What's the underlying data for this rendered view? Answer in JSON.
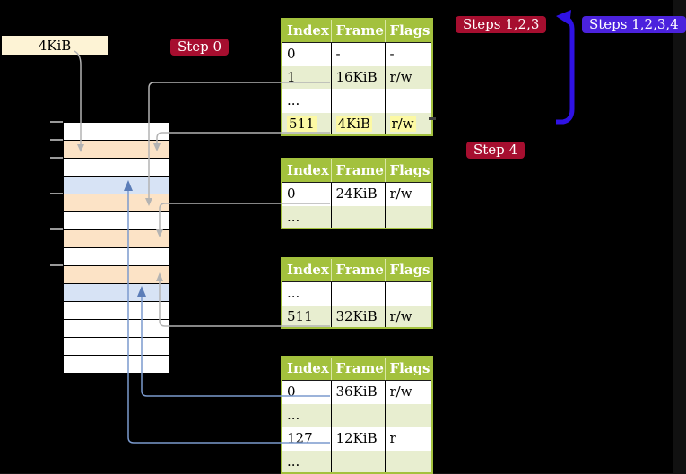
{
  "colors": {
    "background": "#000000",
    "badge_red": "#a60e2f",
    "badge_blue": "#4b22dd",
    "big_arrow_blue": "#2f12e4",
    "table_header_green": "#a3c13d",
    "table_row_green": "#e8eed0",
    "highlight_yellow": "#fcf9a4",
    "memory_orange": "#fce3c6",
    "memory_blue": "#d7e3f5",
    "connector_gray": "#b3b3b3",
    "connector_blue": "#7b9ace",
    "frame_label_bg": "#fdf3d5"
  },
  "frame_size_label": "4KiB",
  "badges": {
    "step0": "Step 0",
    "steps123": "Steps 1,2,3",
    "steps1234": "Steps 1,2,3,4",
    "step4": "Step 4"
  },
  "memory": {
    "rows": [
      "white",
      "orange",
      "white",
      "blue",
      "orange",
      "white",
      "orange",
      "white",
      "orange",
      "blue",
      "white",
      "white",
      "white",
      "white"
    ]
  },
  "tables": [
    {
      "name": "page-table-1",
      "headers": [
        "Index",
        "Frame",
        "Flags"
      ],
      "rows": [
        {
          "cells": [
            "0",
            "-",
            "-"
          ]
        },
        {
          "cells": [
            "1",
            "16KiB",
            "r/w"
          ]
        },
        {
          "cells": [
            "...",
            "",
            ""
          ]
        },
        {
          "cells": [
            "511",
            "4KiB",
            "r/w"
          ],
          "highlighted": true
        }
      ]
    },
    {
      "name": "page-table-2",
      "headers": [
        "Index",
        "Frame",
        "Flags"
      ],
      "rows": [
        {
          "cells": [
            "0",
            "24KiB",
            "r/w"
          ]
        },
        {
          "cells": [
            "...",
            "",
            ""
          ]
        }
      ]
    },
    {
      "name": "page-table-3",
      "headers": [
        "Index",
        "Frame",
        "Flags"
      ],
      "rows": [
        {
          "cells": [
            "...",
            "",
            ""
          ]
        },
        {
          "cells": [
            "511",
            "32KiB",
            "r/w"
          ]
        }
      ]
    },
    {
      "name": "page-table-4",
      "headers": [
        "Index",
        "Frame",
        "Flags"
      ],
      "rows": [
        {
          "cells": [
            "0",
            "36KiB",
            "r/w"
          ]
        },
        {
          "cells": [
            "...",
            "",
            ""
          ]
        },
        {
          "cells": [
            "127",
            "12KiB",
            "r"
          ]
        },
        {
          "cells": [
            "...",
            "",
            ""
          ]
        }
      ]
    }
  ]
}
